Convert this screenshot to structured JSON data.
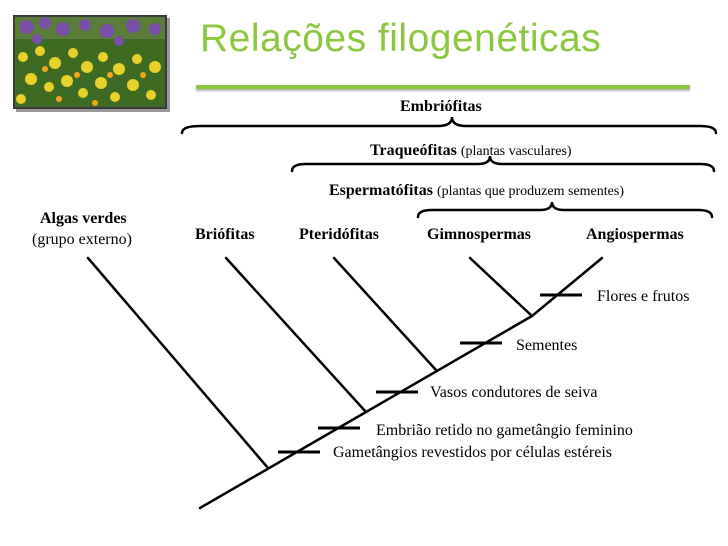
{
  "title": "Relações filogenéticas",
  "groups": {
    "embriofitas": {
      "name": "Embriófitas"
    },
    "traqueofitas": {
      "name": "Traqueófitas",
      "note": "(plantas vasculares)"
    },
    "espermatofitas": {
      "name": "Espermatófitas",
      "note": "(plantas que produzem sementes)"
    }
  },
  "taxa": {
    "algas": {
      "name": "Algas verdes",
      "note": "(grupo externo)"
    },
    "briofitas": "Briófitas",
    "pteridofitas": "Pteridófitas",
    "gimnospermas": "Gimnospermas",
    "angiospermas": "Angiospermas"
  },
  "traits": {
    "flores": "Flores e frutos",
    "sementes": "Sementes",
    "vasos": "Vasos condutores de seiva",
    "embriao": "Embrião retido no gametângio feminino",
    "gametangios": "Gametângios revestidos por células estéreis"
  },
  "colors": {
    "title": "#8dc63f",
    "lines": "#000000"
  }
}
